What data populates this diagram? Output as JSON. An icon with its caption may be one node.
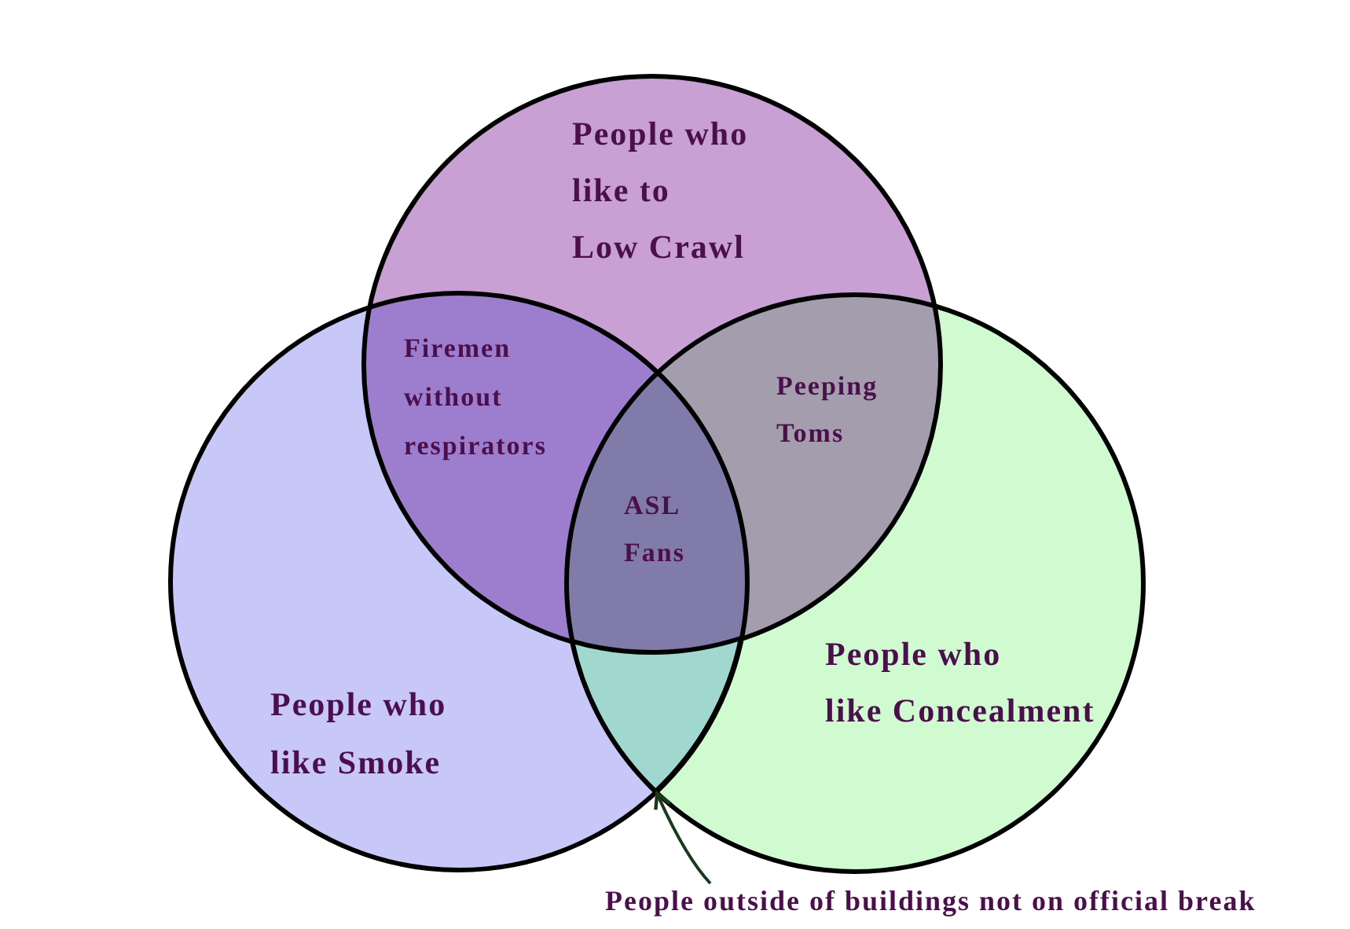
{
  "diagram": {
    "nodes": [
      {
        "text": [
          "People who like to Low Crawl"
        ]
      },
      {
        "text": [
          "People who like Smoke"
        ]
      },
      {
        "text": [
          "People who like Concealment"
        ]
      },
      {
        "text": [
          "People outside of buildings not on official break"
        ]
      },
      {
        "text": [],
        "shape": "region"
      }
    ],
    "edges": [
      {
        "from": 3,
        "to": 4,
        "arrow": "to"
      }
    ],
    "labels": [
      "Firemen without respirators",
      "Peeping Toms",
      "ASL Fans"
    ]
  }
}
